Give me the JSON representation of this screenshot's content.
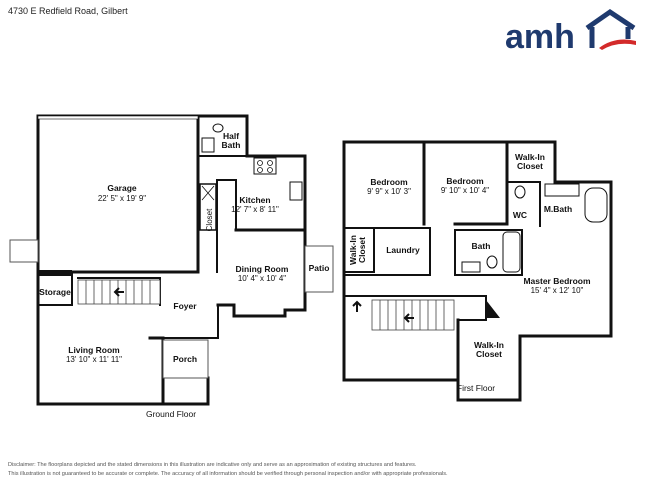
{
  "header": {
    "address": "4730 E Redfield Road, Gilbert"
  },
  "logo": {
    "text": "amh",
    "brand_color": "#1f3a6e",
    "accent_color": "#d32a2a"
  },
  "ground_floor": {
    "label": "Ground Floor",
    "rooms": [
      {
        "id": "garage",
        "name": "Garage",
        "dims": "22' 5\" x 19' 9\""
      },
      {
        "id": "half-bath",
        "name": "Half Bath",
        "name_line1": "Half",
        "name_line2": "Bath"
      },
      {
        "id": "kitchen",
        "name": "Kitchen",
        "dims": "12' 7\" x 8' 11\""
      },
      {
        "id": "closet",
        "name": "Closet"
      },
      {
        "id": "dining",
        "name": "Dining Room",
        "dims": "10' 4\" x 10' 4\""
      },
      {
        "id": "patio",
        "name": "Patio"
      },
      {
        "id": "storage",
        "name": "Storage"
      },
      {
        "id": "foyer",
        "name": "Foyer"
      },
      {
        "id": "living",
        "name": "Living Room",
        "dims": "13' 10\" x 11' 11\""
      },
      {
        "id": "porch",
        "name": "Porch"
      }
    ]
  },
  "first_floor": {
    "label": "First Floor",
    "rooms": [
      {
        "id": "bedroom-1",
        "name": "Bedroom",
        "dims": "9' 9\" x 10' 3\""
      },
      {
        "id": "bedroom-2",
        "name": "Bedroom",
        "dims": "9' 10\" x 10' 4\""
      },
      {
        "id": "walkin-top",
        "name": "Walk-In Closet",
        "name_line1": "Walk-In",
        "name_line2": "Closet"
      },
      {
        "id": "wc",
        "name": "WC"
      },
      {
        "id": "mbath",
        "name": "M.Bath"
      },
      {
        "id": "walkin-side",
        "name": "Walk-In Closet",
        "name_line1": "Walk-In",
        "name_line2": "Closet"
      },
      {
        "id": "laundry",
        "name": "Laundry"
      },
      {
        "id": "bath",
        "name": "Bath"
      },
      {
        "id": "master",
        "name": "Master Bedroom",
        "dims": "15' 4\" x 12' 10\""
      },
      {
        "id": "walkin-bottom",
        "name": "Walk-In Closet",
        "name_line1": "Walk-In",
        "name_line2": "Closet"
      }
    ]
  },
  "disclaimer": {
    "line1": "Disclaimer: The floorplans depicted and the stated dimensions in this illustration are indicative only and serve as an approximation of existing structures and features.",
    "line2": "This illustration is not guaranteed to be accurate or complete. The accuracy of all information should be verified through personal inspection and/or with appropriate professionals."
  }
}
